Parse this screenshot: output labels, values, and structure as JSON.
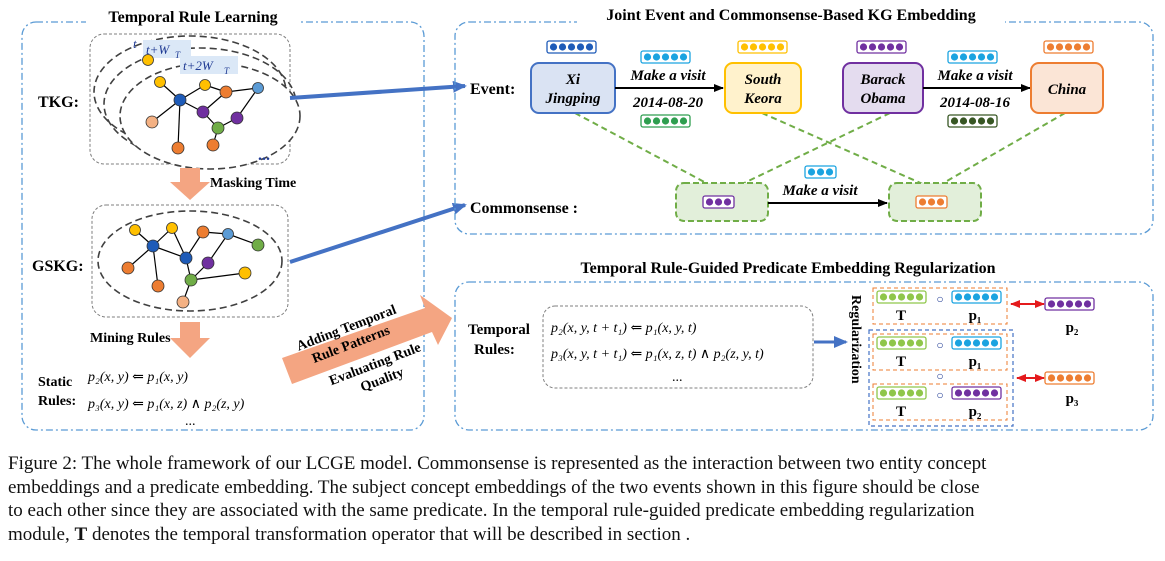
{
  "figure": {
    "panels": {
      "temporal_rule_learning": "Temporal Rule Learning",
      "joint_embedding": "Joint Event and Commonsense-Based KG Embedding",
      "regularization_module": "Temporal Rule-Guided Predicate Embedding Regularization"
    },
    "left": {
      "tkg_label": "TKG:",
      "gskg_label": "GSKG:",
      "t0": "t",
      "t1": "t+W",
      "t1_sub": "T",
      "t2": "t+2W",
      "t2_sub": "T",
      "ellipsis_dots": "...",
      "masking_time": "Masking Time",
      "mining_rules": "Mining Rules",
      "static_rules_label_1": "Static",
      "static_rules_label_2": "Rules:",
      "static_rule_1": "p₂(x, y)  ⇐ p₁(x, y)",
      "static_rule_2": "p₃(x, y)  ⇐ p₁(x, z) ∧ p₂(z, y)",
      "static_rule_more": "...",
      "arrow_text_1": "Adding Temporal",
      "arrow_text_2": "Rule Patterns",
      "arrow_text_3": "Evaluating Rule",
      "arrow_text_4": "Quality"
    },
    "events": {
      "event_label": "Event:",
      "commonsense_label": "Commonsense :",
      "e1_subject_line1": "Xi",
      "e1_subject_line2": "Jingping",
      "e1_relation": "Make a visit",
      "e1_date": "2014-08-20",
      "e1_object_line1": "South",
      "e1_object_line2": "Keora",
      "e2_subject_line1": "Barack",
      "e2_subject_line2": "Obama",
      "e2_relation": "Make a visit",
      "e2_date": "2014-08-16",
      "e2_object": "China",
      "commonsense_relation": "Make a visit"
    },
    "regularization": {
      "temporal_rules_label_1": "Temporal",
      "temporal_rules_label_2": "Rules:",
      "rule_1": "p₂(x, y, t + t₁)  ⇐ p₁(x, y, t)",
      "rule_2": "p₃(x, y, t + t₁)  ⇐ p₁(x, z, t) ∧ p₂(z, y, t)",
      "rule_more": "...",
      "side_label": "Regularization",
      "T": "T",
      "p1": "p₁",
      "p2": "p₂",
      "p3": "p₃",
      "compose_symbol": "○"
    },
    "colors": {
      "frame": "#5b9bd5",
      "blue_arrow": "#4472c4",
      "orange_arrow": "#f4a582",
      "green_dash": "#70ad47",
      "node_blue": "#1e5bb8",
      "node_yellow": "#ffc000",
      "node_orange": "#ed7d31",
      "node_purple": "#7030a0",
      "node_green": "#70ad47",
      "node_peach": "#f4b183",
      "node_skyblue": "#5b9bd5",
      "red_arrow": "#e41a1c"
    }
  },
  "caption": {
    "line1": "Figure 2: The whole framework of our LCGE model. Commonsense is represented as the interaction between two entity concept",
    "line2": "embeddings and a predicate embedding. The subject concept embeddings of the two events shown in this figure should be close",
    "line3": "to each other since they are associated with the same predicate. In the temporal rule-guided predicate embedding regularization",
    "line4_a": "module, ",
    "line4_bold": "T",
    "line4_b": " denotes the temporal transformation operator that will be described in section ."
  }
}
